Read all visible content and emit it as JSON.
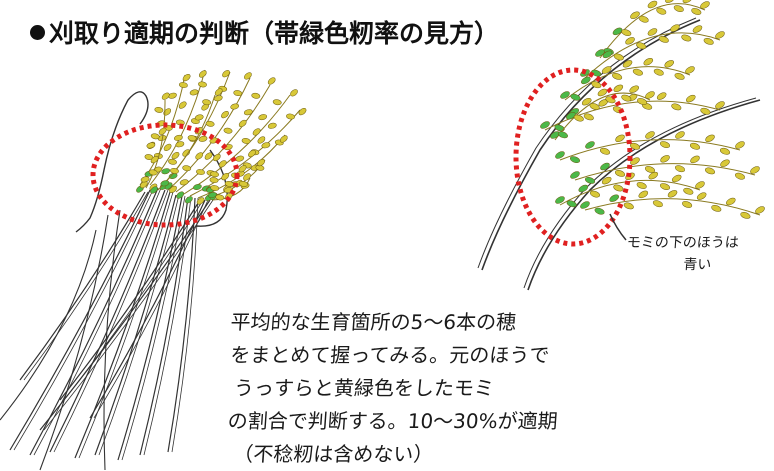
{
  "title": "刈取り適期の判断（帯緑色籾率の見方）",
  "callout": {
    "line1": "モミの下のほうは",
    "line2": "青い"
  },
  "note": {
    "line1": "平均的な生育箇所の5～6本の穂",
    "line2": "をまとめて握ってみる。元のほうで",
    "line3": "うっすらと黄緑色をしたモミ",
    "line4": "の割合で判断する。10～30%が適期",
    "line5": "（不稔籾は含めない）"
  },
  "colors": {
    "highlight_circle": "#e02020",
    "grain_yellow": "#d8c838",
    "grain_green": "#4cb848",
    "line_art": "#333333"
  }
}
